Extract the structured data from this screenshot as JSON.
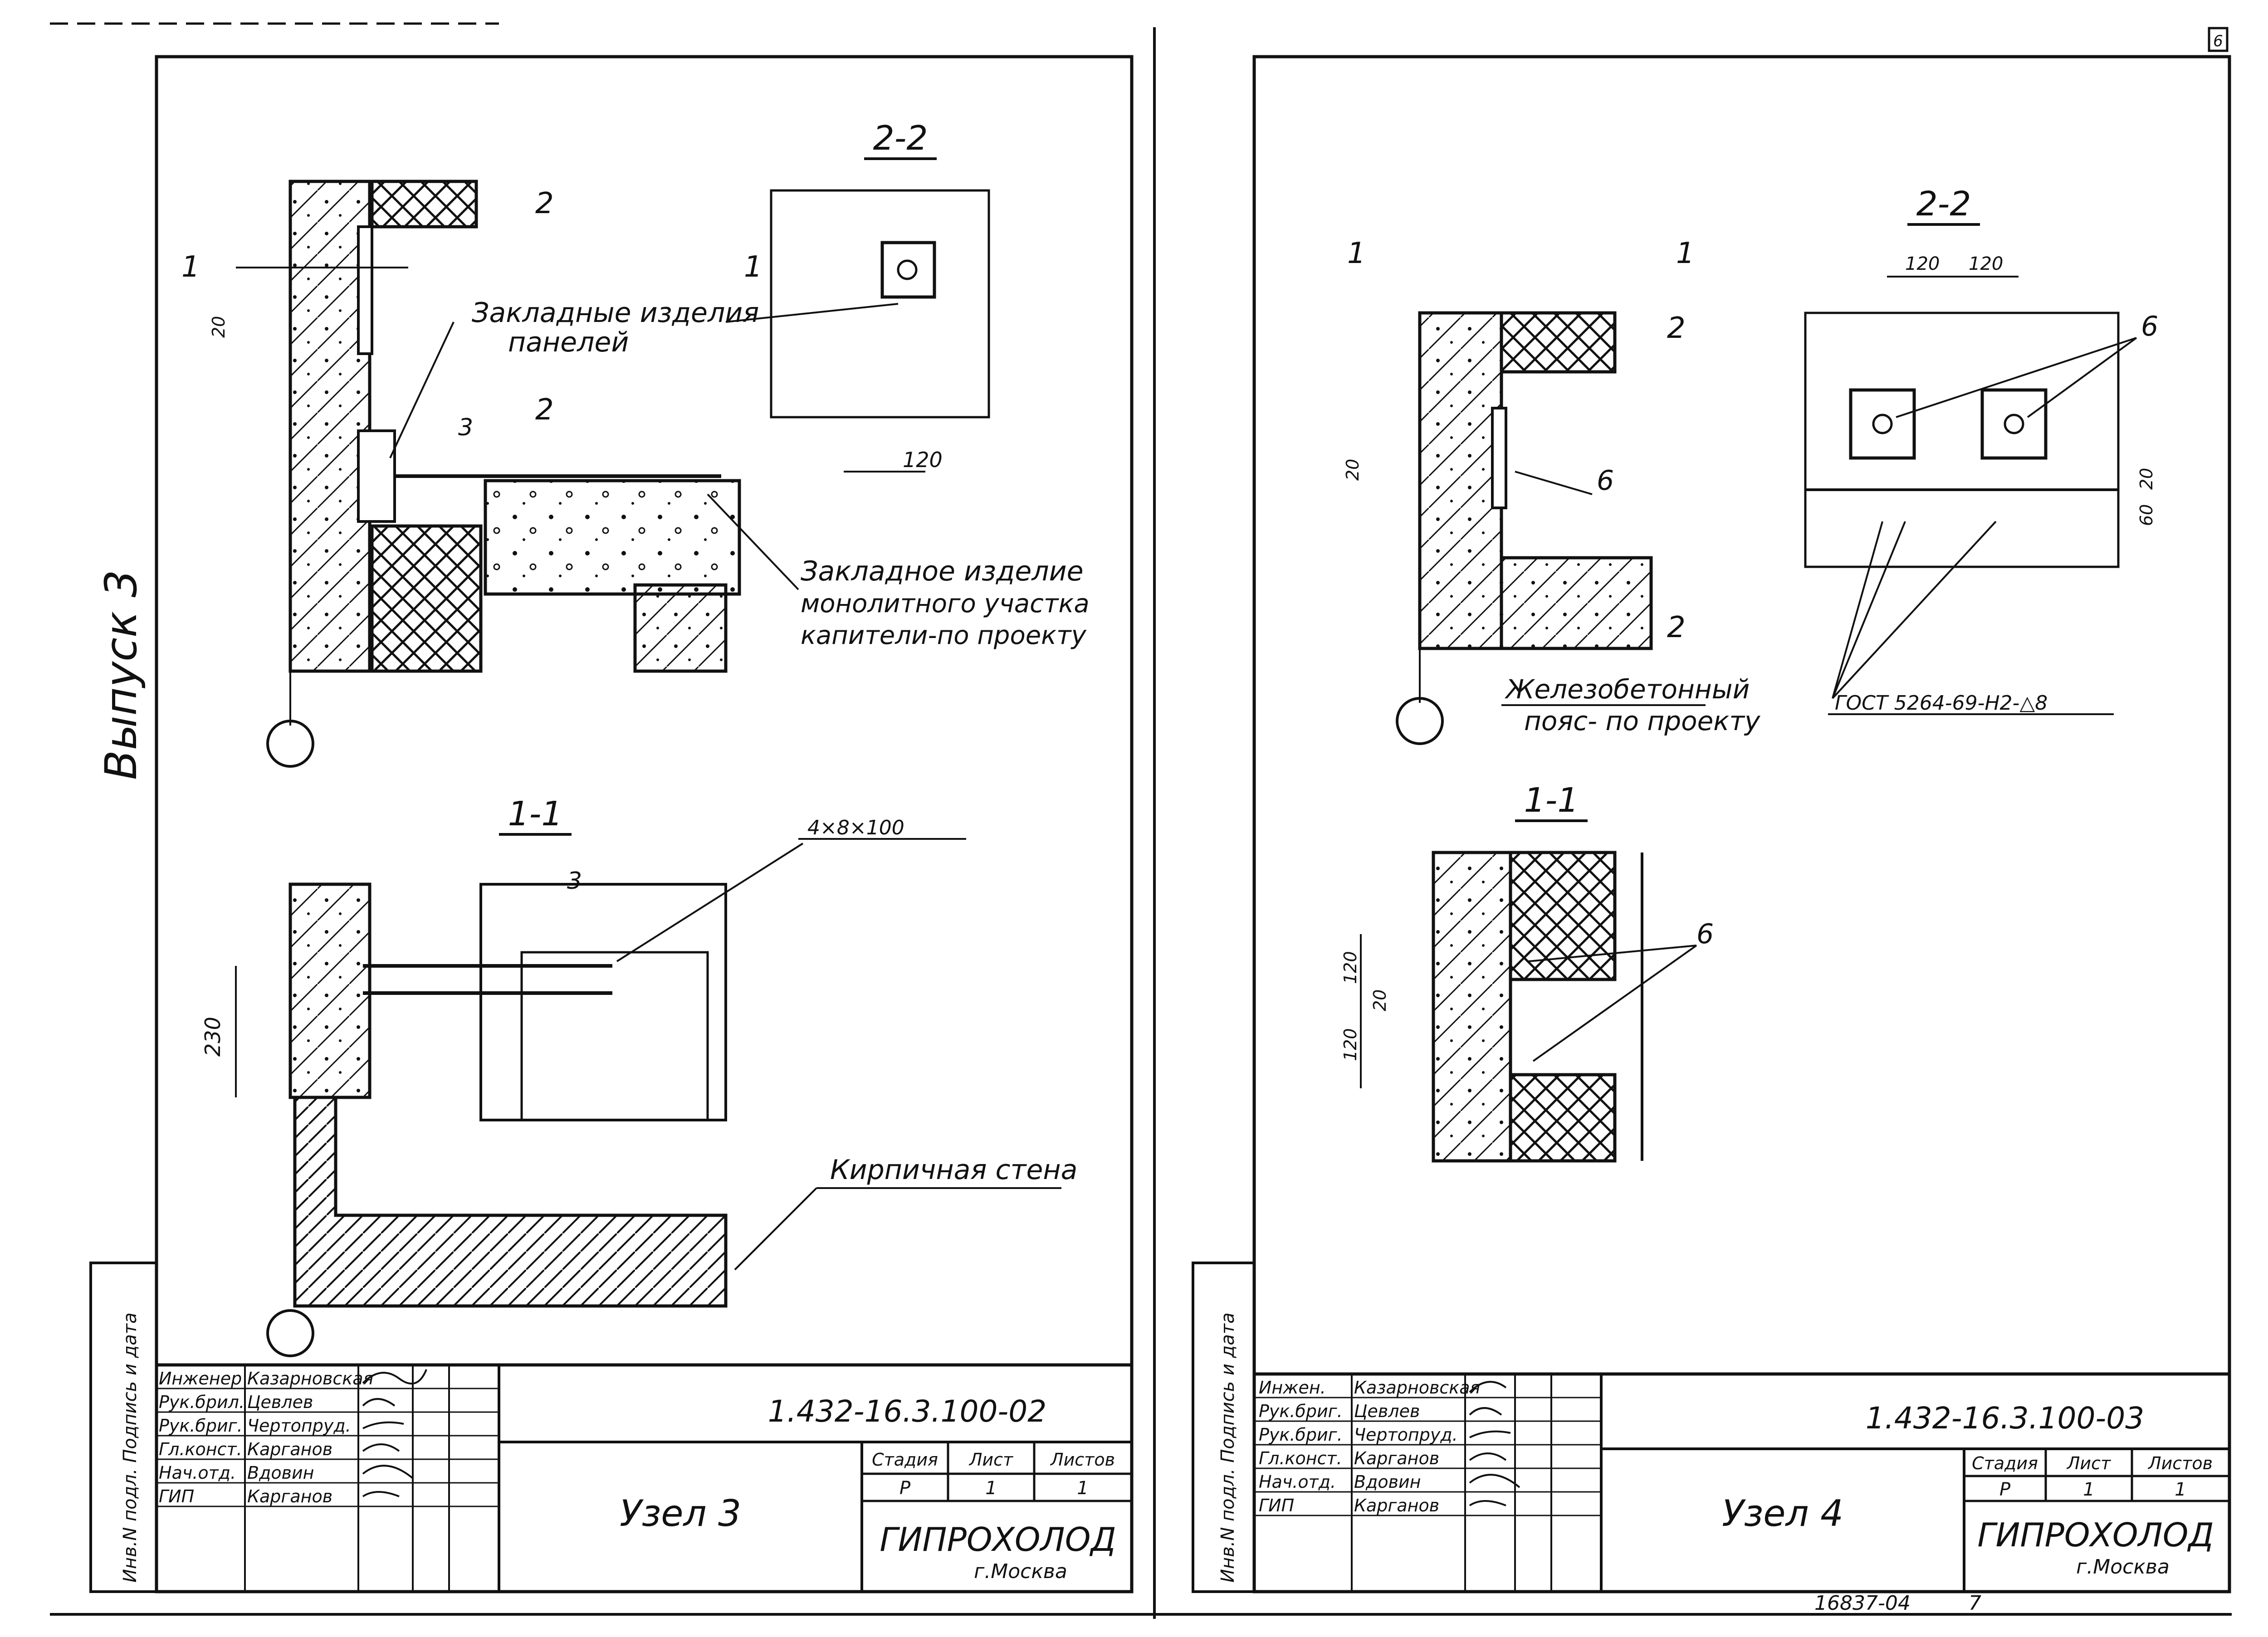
{
  "page_number": "6",
  "side_label": "Выпуск 3",
  "footer": {
    "code": "16837-04",
    "page": "7"
  },
  "sheets": [
    {
      "node_title": "Узел 3",
      "doc_code": "1.432-16.3.100-02",
      "org": "ГИПРОХОЛОД",
      "city": "г.Москва",
      "stage_hdr": "Стадия",
      "sheet_hdr": "Лист",
      "sheets_hdr": "Листов",
      "stage": "Р",
      "sheet": "1",
      "sheets": "1",
      "margin_label": "Инв.N подл. Подпись и дата",
      "staff": [
        {
          "role": "Инженер",
          "name": "Казарновская"
        },
        {
          "role": "Рук.брил.",
          "name": "Цевлев"
        },
        {
          "role": "Рук.бриг.",
          "name": "Чертопруд."
        },
        {
          "role": "Гл.конст.",
          "name": "Карганов"
        },
        {
          "role": "Нач.отд.",
          "name": "Вдовин"
        },
        {
          "role": "ГИП",
          "name": "Карганов"
        }
      ],
      "section_top": "2-2",
      "section_bottom": "1-1",
      "marks": {
        "one": "1",
        "two": "2",
        "three": "3"
      },
      "labels": {
        "embedded_panels_1": "Закладные изделия",
        "embedded_panels_2": "панелей",
        "embedded_mono_1": "Закладное изделие",
        "embedded_mono_2": "монолитного участка",
        "embedded_mono_3": "капители-по проекту",
        "weld": "4×8×100",
        "brick_wall": "Кирпичная стена"
      },
      "dims": {
        "d20": "20",
        "d120": "120",
        "d230": "230"
      }
    },
    {
      "node_title": "Узел 4",
      "doc_code": "1.432-16.3.100-03",
      "org": "ГИПРОХОЛОД",
      "city": "г.Москва",
      "stage_hdr": "Стадия",
      "sheet_hdr": "Лист",
      "sheets_hdr": "Листов",
      "stage": "Р",
      "sheet": "1",
      "sheets": "1",
      "margin_label": "Инв.N подл. Подпись и дата",
      "staff": [
        {
          "role": "Инжен.",
          "name": "Казарновская"
        },
        {
          "role": "Рук.бриг.",
          "name": "Цевлев"
        },
        {
          "role": "Рук.бриг.",
          "name": "Чертопруд."
        },
        {
          "role": "Гл.конст.",
          "name": "Карганов"
        },
        {
          "role": "Нач.отд.",
          "name": "Вдовин"
        },
        {
          "role": "ГИП",
          "name": "Карганов"
        }
      ],
      "section_top": "2-2",
      "section_bottom": "1-1",
      "marks": {
        "one": "1",
        "two": "2",
        "six": "6"
      },
      "labels": {
        "belt_1": "Железобетонный",
        "belt_2": "пояс- по проекту",
        "gost": "ГОСТ 5264-69-Н2-△8"
      },
      "dims": {
        "d20": "20",
        "d120": "120",
        "d60": "60"
      }
    }
  ]
}
